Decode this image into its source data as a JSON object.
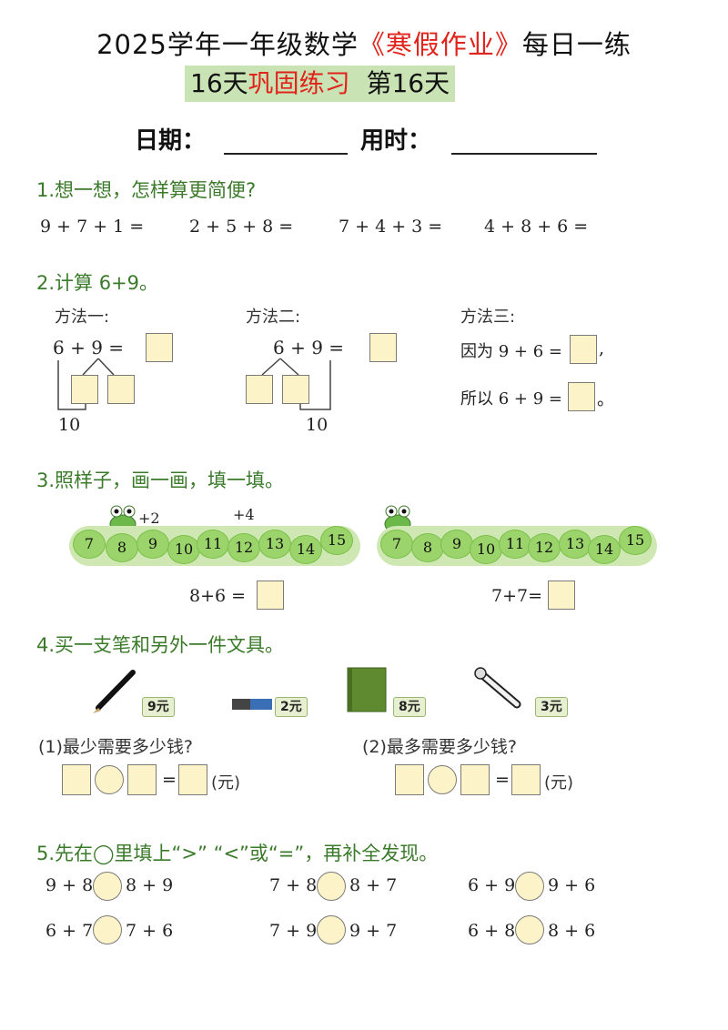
{
  "header": {
    "title_pre": "2025学年一年级数学",
    "title_red": "《寒假作业》",
    "title_post": "每日一练",
    "sub_pre": "16天",
    "sub_red": "巩固练习",
    "sub_post": "  第16天",
    "date_label": "日期：",
    "time_label": "用时："
  },
  "q1": {
    "heading": "1.想一想，怎样算更简便?",
    "exprs": [
      "9 + 7 + 1 =",
      "2 + 5 + 8 =",
      "7 + 4 + 3 =",
      "4 + 8 + 6 ="
    ]
  },
  "q2": {
    "heading": "2.计算 6+9。",
    "m1": "方法一:",
    "m2": "方法二:",
    "m3": "方法三:",
    "expr": "6  +  9  =",
    "ten": "10",
    "because": "因为 9 + 6 =",
    "comma": ",",
    "so": "所以 6 + 9 =",
    "period": "。"
  },
  "q3": {
    "heading": "3.照样子，画一画，填一填。",
    "plus2": "+2",
    "plus4": "+4",
    "pads": [
      "7",
      "8",
      "9",
      "10",
      "11",
      "12",
      "13",
      "14",
      "15"
    ],
    "expr_left": "8+6 =",
    "expr_right": "7+7="
  },
  "q4": {
    "heading": "4.买一支笔和另外一件文具。",
    "prices": [
      "9元",
      "2元",
      "8元",
      "3元"
    ],
    "sub1": "(1)最少需要多少钱?",
    "sub2": "(2)最多需要多少钱?",
    "eq": "=",
    "unit": "(元)"
  },
  "q5": {
    "heading": "5.先在◯里填上“>” “<”或“=”，再补全发现。",
    "pairs": [
      {
        "l": "9 + 8",
        "r": "8 + 9"
      },
      {
        "l": "7 + 8",
        "r": "8 + 7"
      },
      {
        "l": "6 + 9",
        "r": "9 + 6"
      },
      {
        "l": "6 + 7",
        "r": "7 + 6"
      },
      {
        "l": "7 + 9",
        "r": "9 + 7"
      },
      {
        "l": "6 + 8",
        "r": "8 + 6"
      }
    ]
  },
  "colors": {
    "red": "#e0241b",
    "green": "#3a7a2a",
    "highlight": "#c9e3b4",
    "box": "#fdf3c8",
    "pad": "#9bd46a"
  }
}
